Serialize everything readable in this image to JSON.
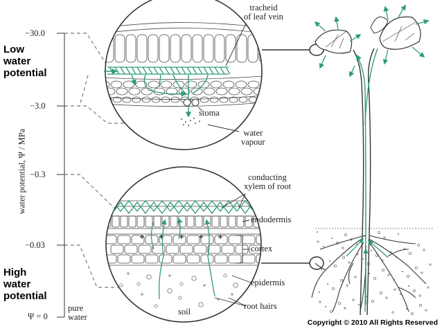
{
  "side_labels": {
    "low": [
      "Low",
      "water",
      "potential"
    ],
    "high": [
      "High",
      "water",
      "potential"
    ]
  },
  "axis": {
    "title": "water potential, Ψ / MPa",
    "ticks": [
      "−30.0",
      "−3.0",
      "−0.3",
      "−0.03"
    ],
    "zero_label": "Ψ = 0",
    "pure_water": [
      "pure",
      "water"
    ]
  },
  "leaf_labels": {
    "tracheid": [
      "tracheid",
      "of leaf vein"
    ],
    "stoma": "stoma",
    "vapour": [
      "water",
      "vapour"
    ]
  },
  "root_labels": {
    "xylem": [
      "conducting",
      "xylem of root"
    ],
    "endodermis": "endodermis",
    "cortex": "cortex",
    "epidermis": "epidermis",
    "soil": "soil",
    "root_hairs": "root hairs"
  },
  "copyright": "Copyright © 2010 All Rights Reserved",
  "colors": {
    "water_path": "#2e9a7c",
    "line": "#333333"
  }
}
